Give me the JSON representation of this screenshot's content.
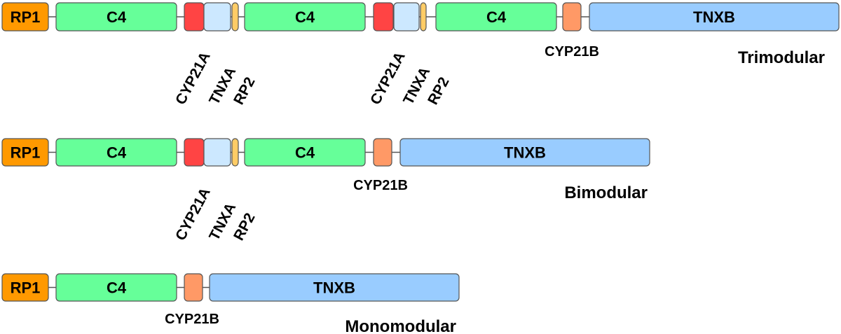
{
  "colors": {
    "rp1": "#ff9900",
    "c4": "#66ff99",
    "cyp21a": "#ff4444",
    "tnxa": "#cce8ff",
    "rp2": "#ffcc66",
    "cyp21b": "#ff9966",
    "tnxb": "#99ccff",
    "line": "#555555"
  },
  "rows": [
    {
      "title": "Trimodular",
      "blocks": [
        {
          "gene": "RP1",
          "label": "RP1",
          "color": "rp1"
        },
        {
          "gene": "C4",
          "label": "C4",
          "color": "c4"
        },
        {
          "gene": "CYP21A",
          "label": "",
          "color": "cyp21a"
        },
        {
          "gene": "TNXA",
          "label": "",
          "color": "tnxa"
        },
        {
          "gene": "RP2",
          "label": "",
          "color": "rp2"
        },
        {
          "gene": "C4",
          "label": "C4",
          "color": "c4"
        },
        {
          "gene": "CYP21A",
          "label": "",
          "color": "cyp21a"
        },
        {
          "gene": "TNXA",
          "label": "",
          "color": "tnxa"
        },
        {
          "gene": "RP2",
          "label": "",
          "color": "rp2"
        },
        {
          "gene": "C4",
          "label": "C4",
          "color": "c4"
        },
        {
          "gene": "CYP21B",
          "label": "",
          "color": "cyp21b"
        },
        {
          "gene": "TNXB",
          "label": "TNXB",
          "color": "tnxb"
        }
      ],
      "rotated_labels": [
        "CYP21A",
        "TNXA",
        "RP2",
        "CYP21A",
        "TNXA",
        "RP2"
      ],
      "below_labels": [
        "CYP21B"
      ]
    },
    {
      "title": "Bimodular",
      "blocks": [
        {
          "gene": "RP1",
          "label": "RP1",
          "color": "rp1"
        },
        {
          "gene": "C4",
          "label": "C4",
          "color": "c4"
        },
        {
          "gene": "CYP21A",
          "label": "",
          "color": "cyp21a"
        },
        {
          "gene": "TNXA",
          "label": "",
          "color": "tnxa"
        },
        {
          "gene": "RP2",
          "label": "",
          "color": "rp2"
        },
        {
          "gene": "C4",
          "label": "C4",
          "color": "c4"
        },
        {
          "gene": "CYP21B",
          "label": "",
          "color": "cyp21b"
        },
        {
          "gene": "TNXB",
          "label": "TNXB",
          "color": "tnxb"
        }
      ],
      "rotated_labels": [
        "CYP21A",
        "TNXA",
        "RP2"
      ],
      "below_labels": [
        "CYP21B"
      ]
    },
    {
      "title": "Monomodular",
      "blocks": [
        {
          "gene": "RP1",
          "label": "RP1",
          "color": "rp1"
        },
        {
          "gene": "C4",
          "label": "C4",
          "color": "c4"
        },
        {
          "gene": "CYP21B",
          "label": "",
          "color": "cyp21b"
        },
        {
          "gene": "TNXB",
          "label": "TNXB",
          "color": "tnxb"
        }
      ],
      "rotated_labels": [],
      "below_labels": [
        "CYP21B"
      ]
    }
  ]
}
